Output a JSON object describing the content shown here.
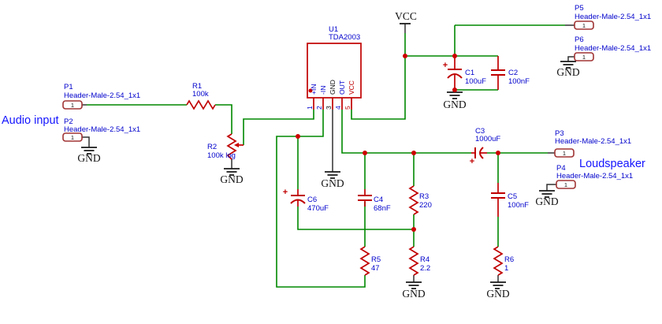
{
  "colors": {
    "wire_green": "#008800",
    "component_red": "#c00000",
    "header_outline": "#a03333",
    "label_blue": "#0000cc",
    "annotation_blue": "#1414ff",
    "junction_red": "#cc0000",
    "net_black": "#111111"
  },
  "annotations": {
    "audio_input": "Audio input",
    "loudspeaker": "Loudspeaker"
  },
  "net_labels": {
    "vcc": "VCC",
    "gnd": "GND"
  },
  "polarity_mark": "+",
  "ic": {
    "ref": "U1",
    "value": "TDA2003",
    "pins": [
      {
        "num": "1",
        "name": "+IN"
      },
      {
        "num": "2",
        "name": "-IN"
      },
      {
        "num": "3",
        "name": "GND"
      },
      {
        "num": "4",
        "name": "OUT"
      },
      {
        "num": "5",
        "name": "VCC"
      }
    ]
  },
  "headers": {
    "p1": {
      "ref": "P1",
      "part": "Header-Male-2.54_1x1",
      "pin": "1"
    },
    "p2": {
      "ref": "P2",
      "part": "Header-Male-2.54_1x1",
      "pin": "1"
    },
    "p3": {
      "ref": "P3",
      "part": "Header-Male-2.54_1x1",
      "pin": "1"
    },
    "p4": {
      "ref": "P4",
      "part": "Header-Male-2.54_1x1",
      "pin": "1"
    },
    "p5": {
      "ref": "P5",
      "part": "Header-Male-2.54_1x1",
      "pin": "1"
    },
    "p6": {
      "ref": "P6",
      "part": "Header-Male-2.54_1x1",
      "pin": "1"
    }
  },
  "resistors": {
    "r1": {
      "ref": "R1",
      "value": "100k"
    },
    "r2": {
      "ref": "R2",
      "value": "100k log"
    },
    "r3": {
      "ref": "R3",
      "value": "220"
    },
    "r4": {
      "ref": "R4",
      "value": "2.2"
    },
    "r5": {
      "ref": "R5",
      "value": "47"
    },
    "r6": {
      "ref": "R6",
      "value": "1"
    }
  },
  "capacitors": {
    "c1": {
      "ref": "C1",
      "value": "100uF"
    },
    "c2": {
      "ref": "C2",
      "value": "100nF"
    },
    "c3": {
      "ref": "C3",
      "value": "1000uF"
    },
    "c4": {
      "ref": "C4",
      "value": "68nF"
    },
    "c5": {
      "ref": "C5",
      "value": "100nF"
    },
    "c6": {
      "ref": "C6",
      "value": "470uF"
    }
  }
}
